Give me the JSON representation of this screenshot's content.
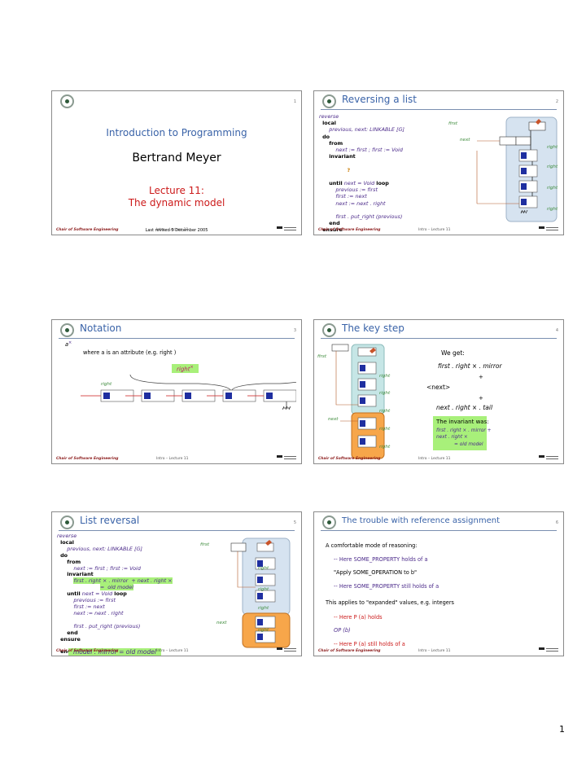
{
  "page_number": "1",
  "footer": {
    "left": "Chair of Software Engineering",
    "middle": "Intro – Lecture 11"
  },
  "slides": [
    {
      "number": "1",
      "course": "Introduction to Programming",
      "author": "Bertrand Meyer",
      "lecture": "Lecture 11:",
      "subtitle": "The dynamic model",
      "revised": "Last revised 5 December 2005"
    },
    {
      "number": "2",
      "title": "Reversing a list",
      "labels": {
        "first": "first",
        "next": "next",
        "right": "right"
      },
      "code": {
        "reverse": "reverse",
        "local": "local",
        "decl": "previous, next: LINKABLE [G]",
        "do": "do",
        "from": "from",
        "init": "next := first ; first := Void",
        "invariant": "invariant",
        "q": "?",
        "until": "until",
        "cond": "next = Void",
        "loop": "loop",
        "l1": "previous := first",
        "l2": "first := next",
        "l3": "next := next . right",
        "l4": "first . put_right (previous)",
        "end": "end",
        "ensure": "ensure"
      }
    },
    {
      "number": "3",
      "title": "Notation",
      "a": "a",
      "sup": "×",
      "where": "where  a is an attribute (e.g. right )",
      "rightx": "right",
      "right": "right"
    },
    {
      "number": "4",
      "title": "The key step",
      "we_get": "We get:",
      "e1": "first . right × . mirror",
      "plus": "+",
      "e2": "<next>",
      "e3": "next . right × . tail",
      "inv_title": "The invariant was:",
      "inv1": "first . right × . mirror +",
      "inv2": "next . right ×",
      "inv3": "= old model",
      "first": "first",
      "next": "next",
      "right": "right"
    },
    {
      "number": "5",
      "title": "List reversal",
      "code": {
        "reverse": "reverse",
        "local": "local",
        "decl": "previous, next: LINKABLE [G]",
        "do": "do",
        "from": "from",
        "init": "next := first ; first := Void",
        "invariant": "invariant",
        "inv1": "first . right × . mirror  + next . right ×",
        "inv2": "=  old model",
        "until": "until",
        "cond": "next = Void",
        "loop": "loop",
        "l1": "previous := first",
        "l2": "first := next",
        "l3": "next := next . right",
        "l4": "first . put_right (previous)",
        "end": "end",
        "ensure": "ensure",
        "post": "model . mirror = old model"
      },
      "first": "first",
      "next": "next",
      "right": "right"
    },
    {
      "number": "6",
      "title": "The trouble with reference assignment",
      "intro": "A comfortable mode of reasoning:",
      "c1": "-- Here SOME_PROPERTY holds of a",
      "apply": "\"Apply SOME_OPERATION to b\"",
      "c2": "-- Here SOME_PROPERTY still holds of a",
      "expanded": "This applies to \"expanded\" values, e.g. integers",
      "c3": "-- Here P (a) holds",
      "op": "OP (b)",
      "c4": "-- Here P (a) still holds of a"
    }
  ]
}
